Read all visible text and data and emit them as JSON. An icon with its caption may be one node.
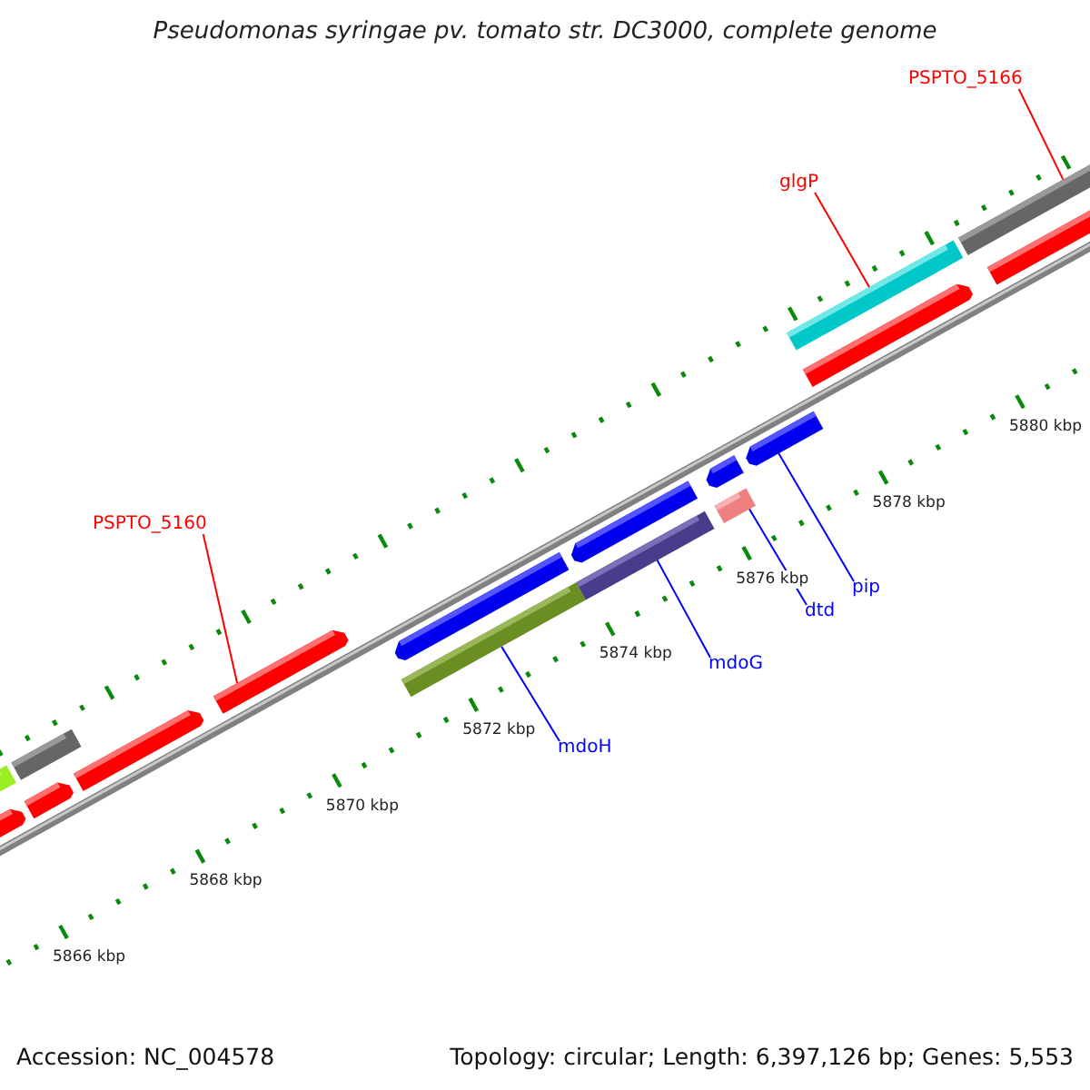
{
  "diagram": {
    "title": "Pseudomonas syringae pv. tomato str. DC3000, complete genome",
    "nodes": [
      {
        "text": [
          "PSPTO_5166"
        ]
      },
      {
        "text": [
          "glgP"
        ]
      },
      {
        "text": [
          "PSPTO_5160"
        ]
      },
      {
        "text": [
          "pip"
        ]
      },
      {
        "text": [
          "dtd"
        ]
      },
      {
        "text": [
          "mdoG"
        ]
      },
      {
        "text": [
          "mdoH"
        ]
      },
      {
        "text": [],
        "shape": "bar"
      },
      {
        "text": [],
        "shape": "bar"
      },
      {
        "text": [],
        "shape": "bar"
      },
      {
        "text": [],
        "shape": "bar"
      },
      {
        "text": [],
        "shape": "bar"
      },
      {
        "text": [],
        "shape": "bar"
      },
      {
        "text": [],
        "shape": "bar"
      },
      {
        "text": [],
        "shape": "bar"
      },
      {
        "text": [],
        "shape": "bar"
      },
      {
        "text": [],
        "shape": "bar"
      },
      {
        "text": [],
        "shape": "bar"
      },
      {
        "text": [],
        "shape": "bar"
      },
      {
        "text": [],
        "shape": "bar"
      },
      {
        "text": [],
        "shape": "bar"
      },
      {
        "text": [],
        "shape": "bar"
      },
      {
        "text": [],
        "shape": "bar"
      },
      {
        "text": [],
        "shape": "bar"
      }
    ],
    "edges": [
      {
        "from": 0,
        "to": 22,
        "arrow": "none",
        "color": "#ff0000"
      },
      {
        "from": 1,
        "to": 21,
        "arrow": "none",
        "color": "#ff0000"
      },
      {
        "from": 2,
        "to": 12,
        "arrow": "none",
        "color": "#ff0000"
      },
      {
        "from": 3,
        "to": 19,
        "arrow": "none"
      },
      {
        "from": 4,
        "to": 17,
        "arrow": "none"
      },
      {
        "from": 5,
        "to": 15,
        "arrow": "none"
      },
      {
        "from": 6,
        "to": 13,
        "arrow": "none"
      }
    ],
    "labels": [
      "5866 kbp",
      "5868 kbp",
      "5870 kbp",
      "5872 kbp",
      "5874 kbp",
      "5876 kbp",
      "5878 kbp",
      "5880 kbp",
      "Accession: NC_004578",
      "Topology: circular; Length: 6,397,126 bp; Genes: 5,553"
    ]
  }
}
